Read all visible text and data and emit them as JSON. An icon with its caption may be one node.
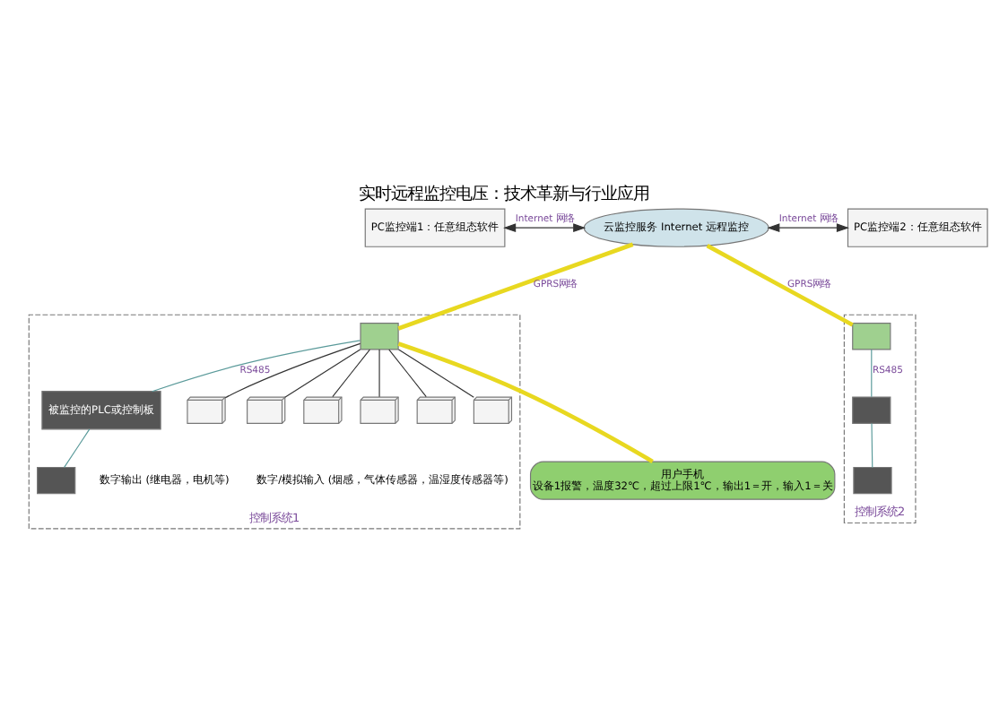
{
  "diagram": {
    "title": "实时远程监控电压：技术革新与行业应用",
    "nodes": [
      {
        "text": [
          "控制系统1"
        ]
      },
      {
        "text": [
          "控制系统2"
        ]
      },
      {
        "text": [
          "PC监控端1：任意组态软件"
        ]
      },
      {
        "text": [
          "云监控服务 Internet 远程监控"
        ]
      },
      {
        "text": [
          "PC监控端2：任意组态软件"
        ]
      },
      {
        "text": [
          "用户手机",
          "设备1报警，温度32℃，超过上限1℃，输出1＝开，输入1＝关"
        ]
      },
      {
        "text": [],
        "shape": "box",
        "in": 0
      },
      {
        "text": [
          "被监控的PLC或控制板"
        ],
        "in": 0
      },
      {
        "text": [],
        "shape": "box",
        "in": 0
      },
      {
        "text": [],
        "shape": "picture",
        "in": 0
      },
      {
        "text": [],
        "shape": "picture",
        "in": 0
      },
      {
        "text": [],
        "shape": "picture",
        "in": 0
      },
      {
        "text": [],
        "shape": "picture",
        "in": 0
      },
      {
        "text": [],
        "shape": "picture",
        "in": 0
      },
      {
        "text": [],
        "shape": "picture",
        "in": 0
      },
      {
        "text": [],
        "shape": "box",
        "in": 1
      },
      {
        "text": [],
        "shape": "box",
        "in": 1
      },
      {
        "text": [],
        "shape": "box",
        "in": 1
      }
    ],
    "edges": [
      {
        "from": 2,
        "to": 3,
        "arrow": "both",
        "label": "Internet 网络"
      },
      {
        "from": 3,
        "to": 4,
        "arrow": "both",
        "label": "Internet 网络"
      },
      {
        "from": 3,
        "to": 6,
        "arrow": "none",
        "label": "GPRS网络",
        "style": "thick",
        "color": "#e8d820"
      },
      {
        "from": 3,
        "to": 15,
        "arrow": "none",
        "label": "GPRS网络",
        "style": "thick",
        "color": "#e8d820"
      },
      {
        "from": 6,
        "to": 5,
        "arrow": "none",
        "style": "thick",
        "color": "#e8d820"
      },
      {
        "from": 6,
        "to": 7,
        "arrow": "none",
        "label": "RS485",
        "color": "#5a9a9a"
      },
      {
        "from": 7,
        "to": 8,
        "arrow": "none",
        "color": "#5a9a9a"
      },
      {
        "from": 6,
        "to": 9,
        "arrow": "none"
      },
      {
        "from": 6,
        "to": 10,
        "arrow": "none"
      },
      {
        "from": 6,
        "to": 11,
        "arrow": "none"
      },
      {
        "from": 6,
        "to": 12,
        "arrow": "none"
      },
      {
        "from": 6,
        "to": 13,
        "arrow": "none"
      },
      {
        "from": 6,
        "to": 14,
        "arrow": "none"
      },
      {
        "from": 15,
        "to": 16,
        "arrow": "none",
        "label": "RS485",
        "color": "#5a9a9a"
      },
      {
        "from": 16,
        "to": 17,
        "arrow": "none",
        "color": "#5a9a9a"
      }
    ],
    "labels": [
      "数字输出 (继电器，电机等)",
      "数字/模拟输入 (烟感，气体传感器，温湿度传感器等)"
    ]
  }
}
